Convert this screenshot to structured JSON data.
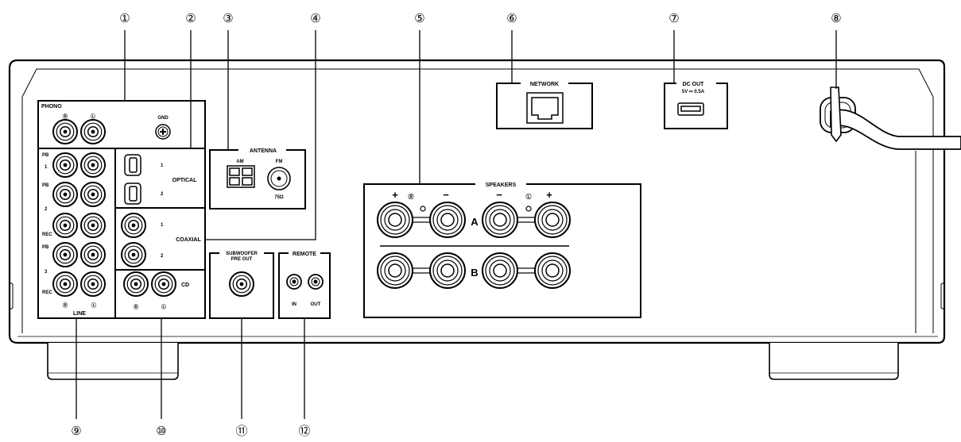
{
  "callouts": {
    "n1": "①",
    "n2": "②",
    "n3": "③",
    "n4": "④",
    "n5": "⑤",
    "n6": "⑥",
    "n7": "⑦",
    "n8": "⑧",
    "n9": "⑨",
    "n10": "⑩",
    "n11": "⑪",
    "n12": "⑫"
  },
  "phono": {
    "title": "PHONO",
    "right": "Ⓡ",
    "left": "Ⓛ",
    "gnd": "GND"
  },
  "line": {
    "pb": "PB",
    "rec": "REC",
    "n1": "1",
    "n2": "2",
    "n3": "3",
    "right": "Ⓡ",
    "left": "Ⓛ",
    "title": "LINE"
  },
  "optical": {
    "title": "OPTICAL",
    "n1": "1",
    "n2": "2"
  },
  "coaxial": {
    "title": "COAXIAL",
    "n1": "1",
    "n2": "2"
  },
  "cd": {
    "title": "CD",
    "right": "Ⓡ",
    "left": "Ⓛ"
  },
  "antenna": {
    "title": "ANTENNA",
    "am": "AM",
    "fm": "FM",
    "ohm": "75Ω"
  },
  "subwoofer": {
    "line1": "SUBWOOFER",
    "line2": "PRE OUT"
  },
  "remote": {
    "title": "REMOTE",
    "in": "IN",
    "out": "OUT"
  },
  "speakers": {
    "title": "SPEAKERS",
    "plus": "+",
    "minus": "−",
    "right": "Ⓡ",
    "left": "Ⓛ",
    "a": "A",
    "b": "B"
  },
  "network": {
    "title": "NETWORK"
  },
  "dcout": {
    "title": "DC OUT",
    "rating": "5V ⎓ 0.5A"
  }
}
